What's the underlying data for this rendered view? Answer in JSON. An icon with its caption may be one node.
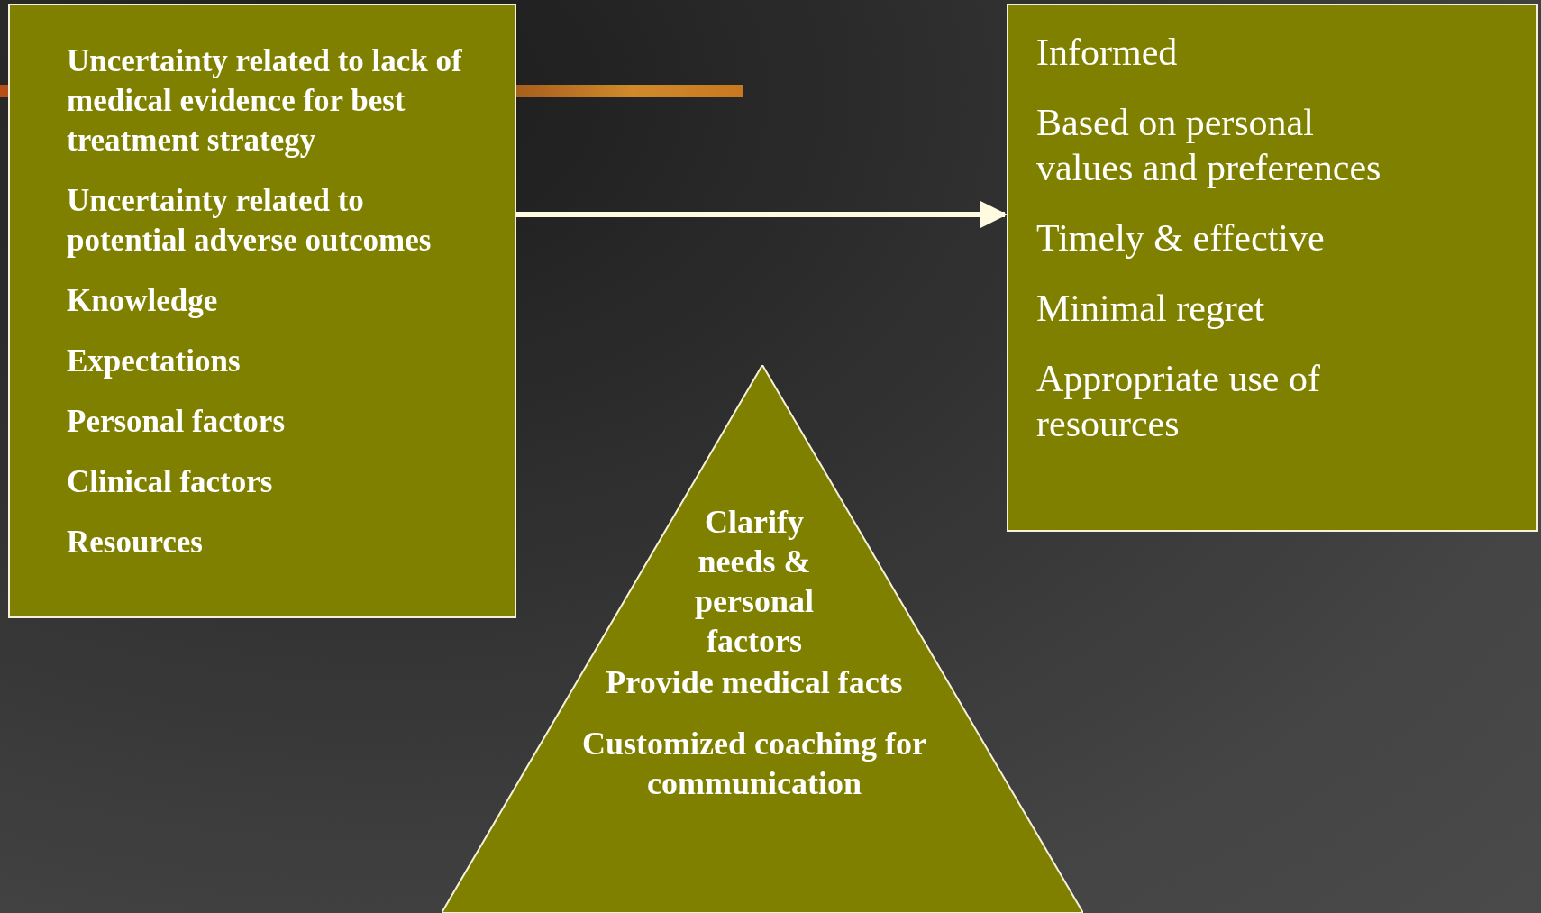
{
  "diagram": {
    "nodes": [
      {
        "text": [
          "Uncertainty related to lack of medical evidence for best treatment strategy",
          "Uncertainty related to potential adverse outcomes",
          "Knowledge",
          "Expectations",
          "Personal factors",
          "Clinical factors",
          "Resources"
        ]
      },
      {
        "text": [
          "Informed",
          "Based on personal values and preferences",
          "Timely & effective",
          "Minimal regret",
          "Appropriate use of resources"
        ]
      },
      {
        "text": [
          "Clarify needs & personal factors",
          "Provide medical facts",
          "Customized coaching for communication"
        ]
      }
    ],
    "edges": [
      {
        "from": 0,
        "to": 1,
        "arrow": "to"
      }
    ]
  }
}
